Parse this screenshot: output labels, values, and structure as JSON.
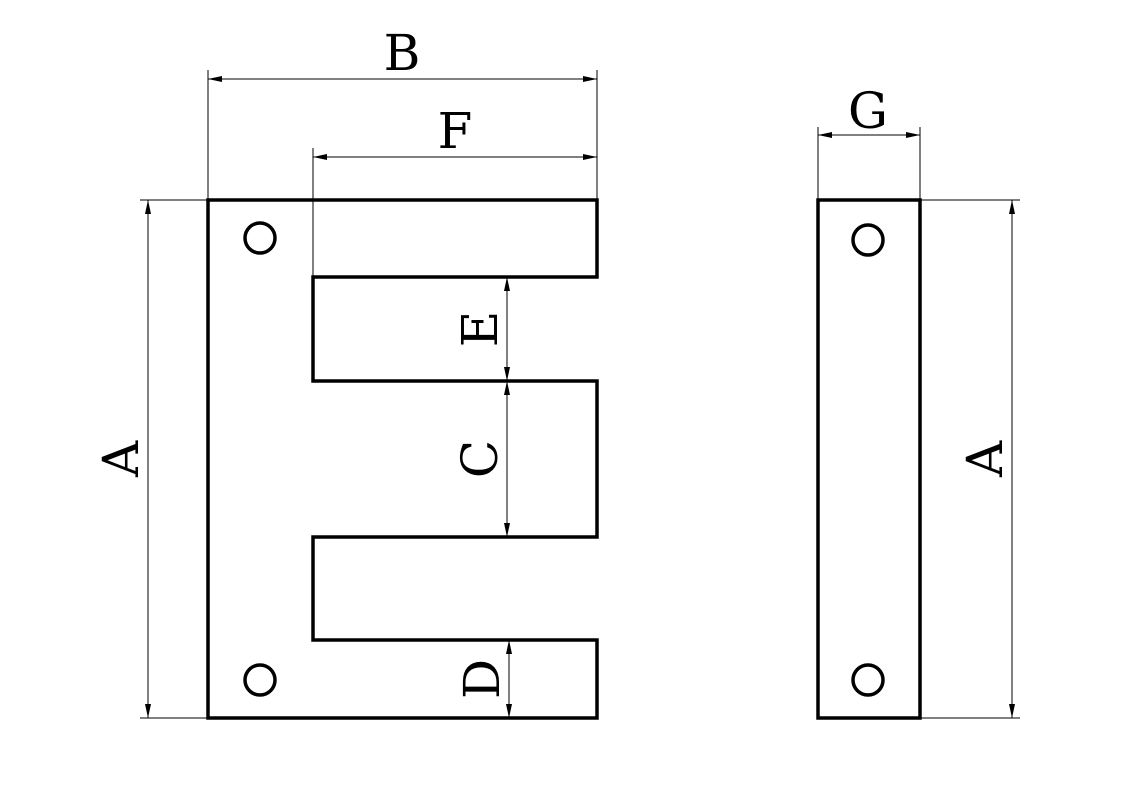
{
  "diagram": {
    "labels": {
      "A_left": "A",
      "A_right": "A",
      "B": "B",
      "C": "C",
      "D": "D",
      "E": "E",
      "F": "F",
      "G": "G"
    },
    "colors": {
      "line": "#000000",
      "background": "#ffffff"
    }
  }
}
